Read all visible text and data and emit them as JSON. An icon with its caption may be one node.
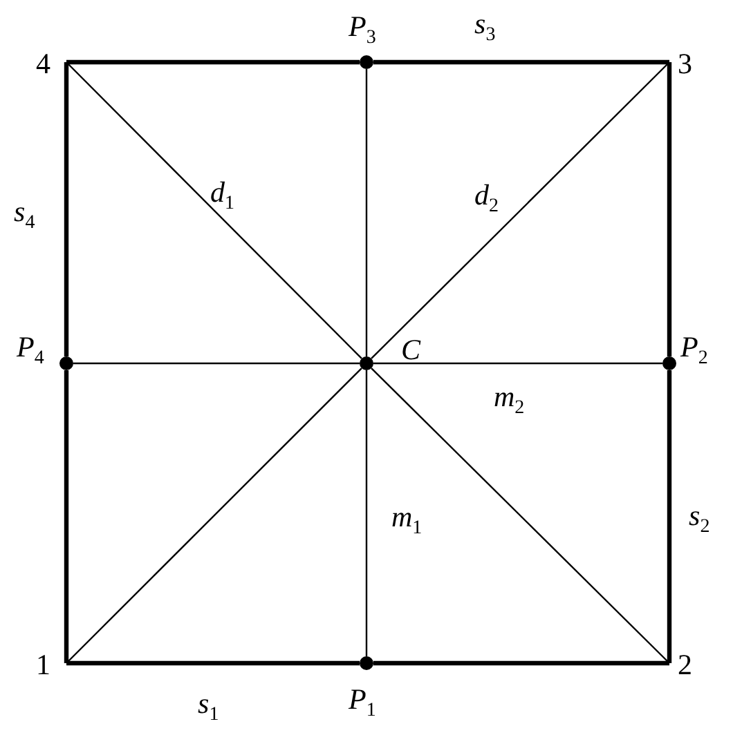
{
  "diagram": {
    "nodes": [
      {
        "text": [
          "1"
        ]
      },
      {
        "text": [
          "2"
        ]
      },
      {
        "text": [
          "3"
        ]
      },
      {
        "text": [
          "4"
        ]
      },
      {
        "text": [],
        "shape": "circle",
        "beside": [
          "P$_{1}$"
        ]
      },
      {
        "text": [],
        "shape": "circle",
        "beside": [
          "P$_{2}$"
        ]
      },
      {
        "text": [],
        "shape": "circle",
        "beside": [
          "P$_{3}$"
        ]
      },
      {
        "text": [],
        "shape": "circle",
        "beside": [
          "P$_{4}$"
        ]
      },
      {
        "text": [],
        "shape": "circle",
        "beside": [
          "C"
        ]
      }
    ],
    "edges": [
      {
        "from": 0,
        "to": 4,
        "arrow": "none",
        "style": "thick",
        "label": "s$_{1}$"
      },
      {
        "from": 4,
        "to": 1,
        "arrow": "none",
        "style": "thick"
      },
      {
        "from": 1,
        "to": 5,
        "arrow": "none",
        "style": "thick",
        "label": "s$_{2}$"
      },
      {
        "from": 5,
        "to": 2,
        "arrow": "none",
        "style": "thick"
      },
      {
        "from": 2,
        "to": 6,
        "arrow": "none",
        "style": "thick",
        "label": "s$_{3}$"
      },
      {
        "from": 6,
        "to": 3,
        "arrow": "none",
        "style": "thick"
      },
      {
        "from": 3,
        "to": 7,
        "arrow": "none",
        "style": "thick",
        "label": "s$_{4}$"
      },
      {
        "from": 7,
        "to": 0,
        "arrow": "none",
        "style": "thick"
      },
      {
        "from": 3,
        "to": 8,
        "arrow": "none",
        "label": "d$_{1}$"
      },
      {
        "from": 8,
        "to": 1,
        "arrow": "none"
      },
      {
        "from": 0,
        "to": 8,
        "arrow": "none"
      },
      {
        "from": 8,
        "to": 2,
        "arrow": "none",
        "label": "d$_{2}$"
      },
      {
        "from": 6,
        "to": 8,
        "arrow": "none"
      },
      {
        "from": 8,
        "to": 4,
        "arrow": "none",
        "label": "m$_{1}$"
      },
      {
        "from": 7,
        "to": 8,
        "arrow": "none"
      },
      {
        "from": 8,
        "to": 5,
        "arrow": "none",
        "label": "m$_{2}$"
      }
    ]
  }
}
